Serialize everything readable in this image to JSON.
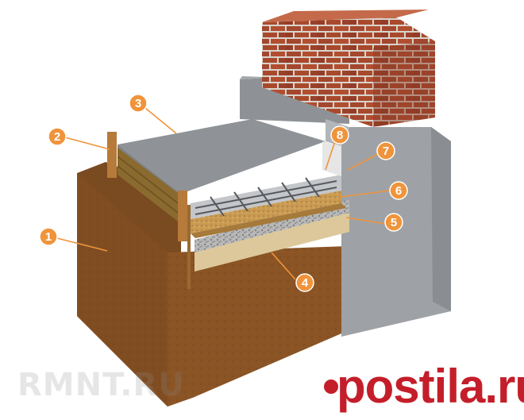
{
  "callouts": [
    {
      "num": "1",
      "color": "#f0943b"
    },
    {
      "num": "2",
      "color": "#f0943b"
    },
    {
      "num": "3",
      "color": "#f0943b"
    },
    {
      "num": "4",
      "color": "#f0943b"
    },
    {
      "num": "5",
      "color": "#f0943b"
    },
    {
      "num": "6",
      "color": "#f0943b"
    },
    {
      "num": "7",
      "color": "#f0943b"
    },
    {
      "num": "8",
      "color": "#f0943b"
    }
  ],
  "watermark_left": "RMNT.RU",
  "watermark_right": "postila.ru",
  "colors": {
    "soil": "#8a5425",
    "concrete": "#9fa3a7",
    "brick": "#a3472e",
    "sand": "#dcc89a",
    "gravel": "#b6b6b6",
    "insulation": "#c99a52",
    "wood": "#b67a3a",
    "accent": "#f0943b",
    "brand": "#c41e2a"
  }
}
